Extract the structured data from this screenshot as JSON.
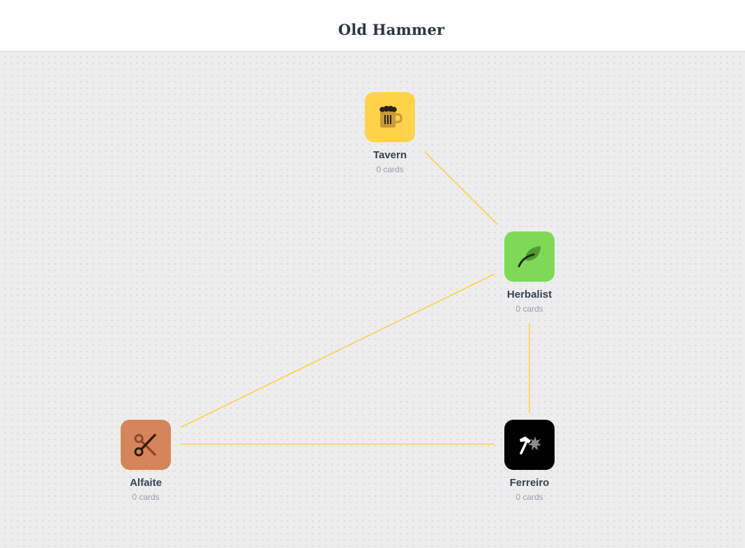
{
  "header": {
    "title": "Old Hammer"
  },
  "nodes": [
    {
      "id": "tavern",
      "name": "Tavern",
      "count": "0 cards",
      "icon": "beer-mug-icon",
      "color": "#ffd24a"
    },
    {
      "id": "herbalist",
      "name": "Herbalist",
      "count": "0 cards",
      "icon": "leaf-icon",
      "color": "#7ed957"
    },
    {
      "id": "alfaite",
      "name": "Alfaite",
      "count": "0 cards",
      "icon": "scissors-icon",
      "color": "#d6845a"
    },
    {
      "id": "ferreiro",
      "name": "Ferreiro",
      "count": "0 cards",
      "icon": "hammer-icon",
      "color": "#000000"
    }
  ],
  "edges": [
    {
      "from": "tavern",
      "to": "herbalist"
    },
    {
      "from": "herbalist",
      "to": "alfaite"
    },
    {
      "from": "herbalist",
      "to": "ferreiro"
    },
    {
      "from": "alfaite",
      "to": "ferreiro"
    }
  ],
  "colors": {
    "edge": "#fbd04a",
    "canvas": "#ededee",
    "header": "#ffffff"
  }
}
